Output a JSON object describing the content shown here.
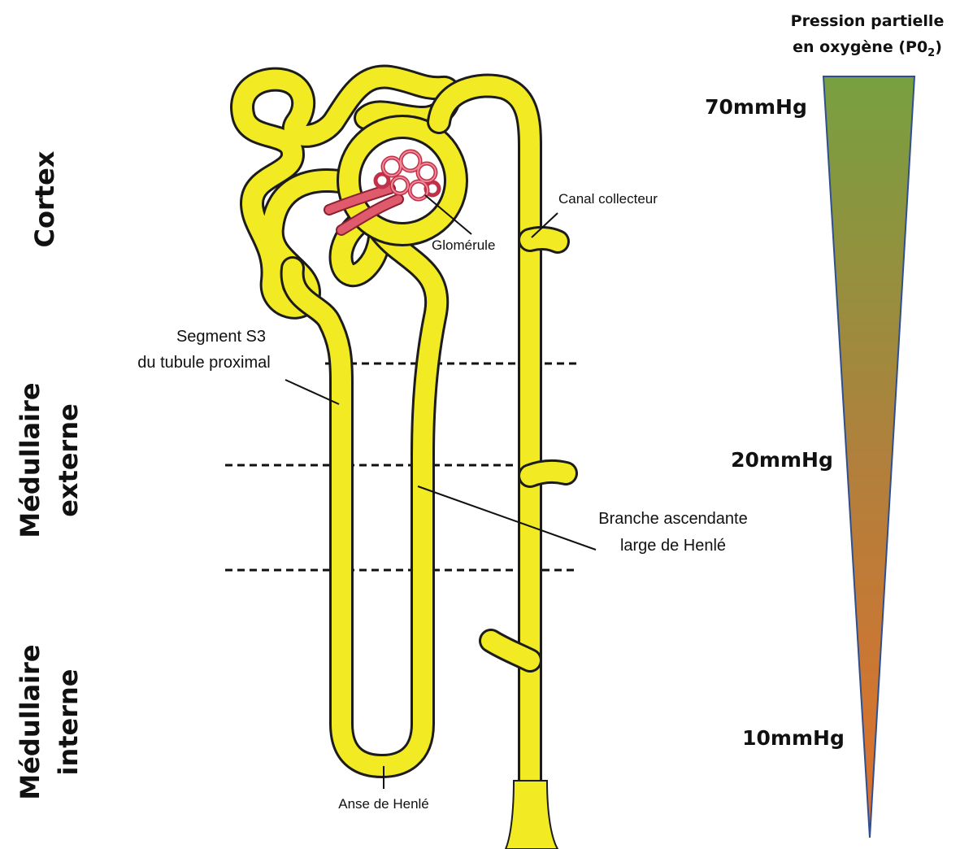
{
  "zones": {
    "cortex": "Cortex",
    "medullaire_externe_line1": "Médullaire",
    "medullaire_externe_line2": "externe",
    "medullaire_interne_line1": "Médullaire",
    "medullaire_interne_line2": "interne"
  },
  "labels": {
    "canal_collecteur": "Canal collecteur",
    "glomerule": "Glomérule",
    "segment_s3_line1": "Segment S3",
    "segment_s3_line2": "du tubule proximal",
    "branche_line1": "Branche ascendante",
    "branche_line2": "large de Henlé",
    "anse": "Anse de Henlé"
  },
  "oxygen_scale": {
    "title_line1": "Pression partielle",
    "title_line2_prefix": "en oxygène (P0",
    "title_line2_sub": "2",
    "title_line2_suffix": ")",
    "values": [
      "70mmHg",
      "20mmHg",
      "10mmHg"
    ],
    "gradient_colors": {
      "top": "#77a040",
      "middle": "#b0803c",
      "bottom": "#e0702c"
    },
    "outline_color": "#2f4f8f"
  },
  "colors": {
    "tubule": "#f2ea22",
    "tubule_outline": "#1c1c1c",
    "glomerulus": "#e05a6e"
  }
}
